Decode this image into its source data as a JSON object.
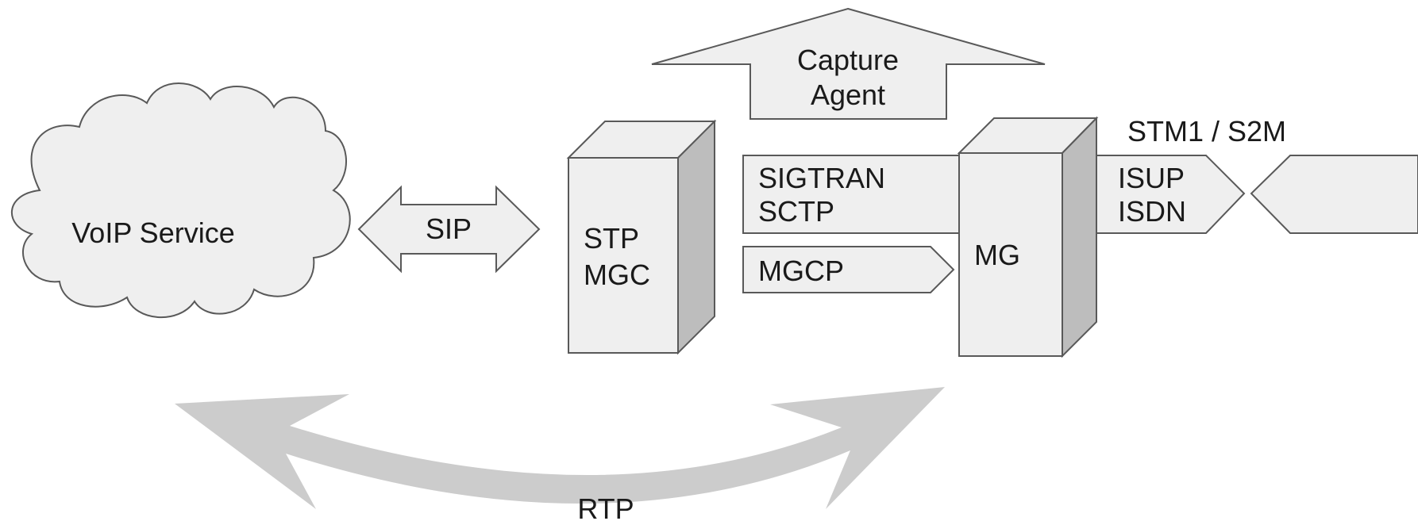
{
  "labels": {
    "voip_service": "VoIP Service",
    "sip": "SIP",
    "capture_agent_line1": "Capture",
    "capture_agent_line2": "Agent",
    "stp": "STP",
    "mgc": "MGC",
    "sigtran": "SIGTRAN",
    "sctp": "SCTP",
    "mgcp": "MGCP",
    "mg": "MG",
    "stm1_s2m": "STM1 / S2M",
    "isup": "ISUP",
    "isdn": "ISDN",
    "rtp": "RTP"
  },
  "colors": {
    "shape_fill": "#efefef",
    "shape_stroke": "#595959",
    "box_side": "#bdbdbd",
    "rtp_arrow": "#cccccc",
    "text": "#1a1a1a"
  }
}
